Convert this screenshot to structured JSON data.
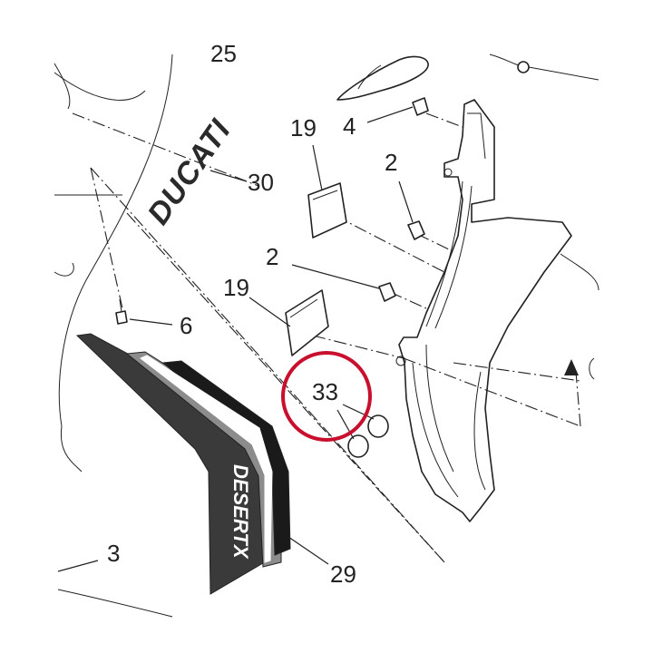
{
  "diagram": {
    "part_labels": {
      "p25": "25",
      "p19a": "19",
      "p4": "4",
      "p30": "30",
      "p2a": "2",
      "p2b": "2",
      "p19b": "19",
      "p6": "6",
      "p33": "33",
      "p3": "3",
      "p29": "29"
    },
    "logos": {
      "ducati": "DUCATI",
      "desertx": "DESERTX"
    },
    "colors": {
      "line": "#222222",
      "highlight_circle": "#c8102e",
      "decal_dark": "#3a3a3a",
      "decal_grey": "#8c8c8c",
      "decal_black": "#1a1a1a"
    }
  }
}
